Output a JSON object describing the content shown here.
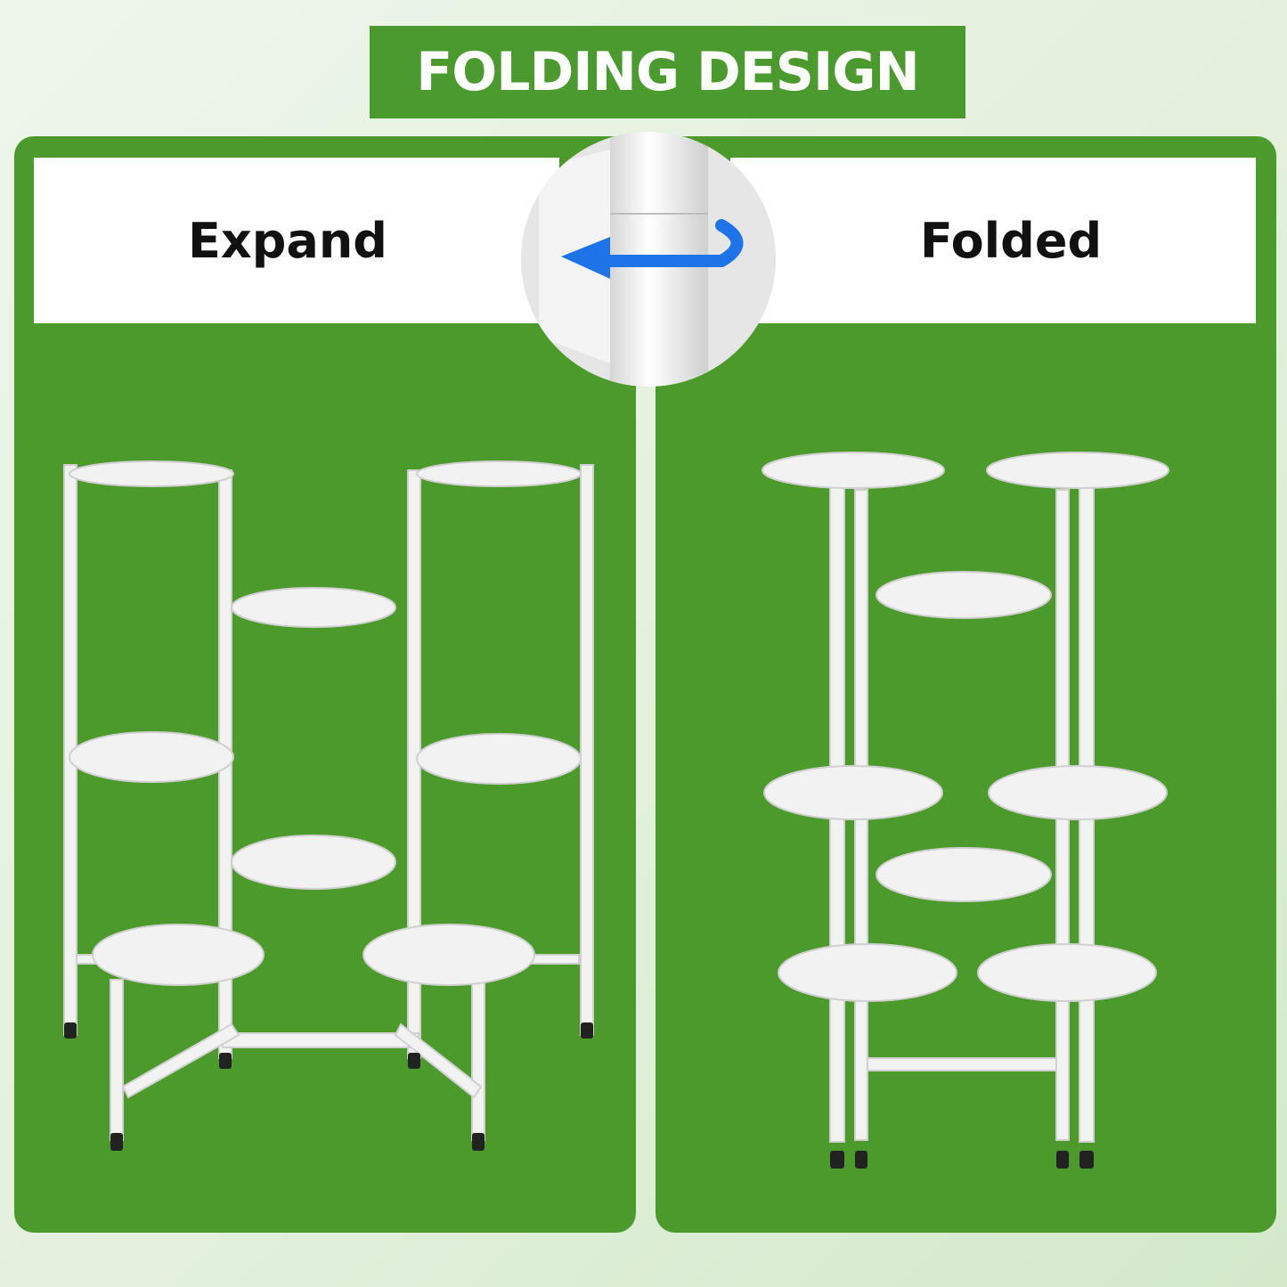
{
  "banner": {
    "title": "FOLDING DESIGN"
  },
  "panels": {
    "left_label": "Expand",
    "right_label": "Folded"
  },
  "colors": {
    "brand_green": "#4d9a2c",
    "arrow_blue": "#1f73e8",
    "stand_white": "#f2f2f2",
    "foot_black": "#222222"
  },
  "icons": {
    "hinge": "rotate-arrow-icon"
  }
}
